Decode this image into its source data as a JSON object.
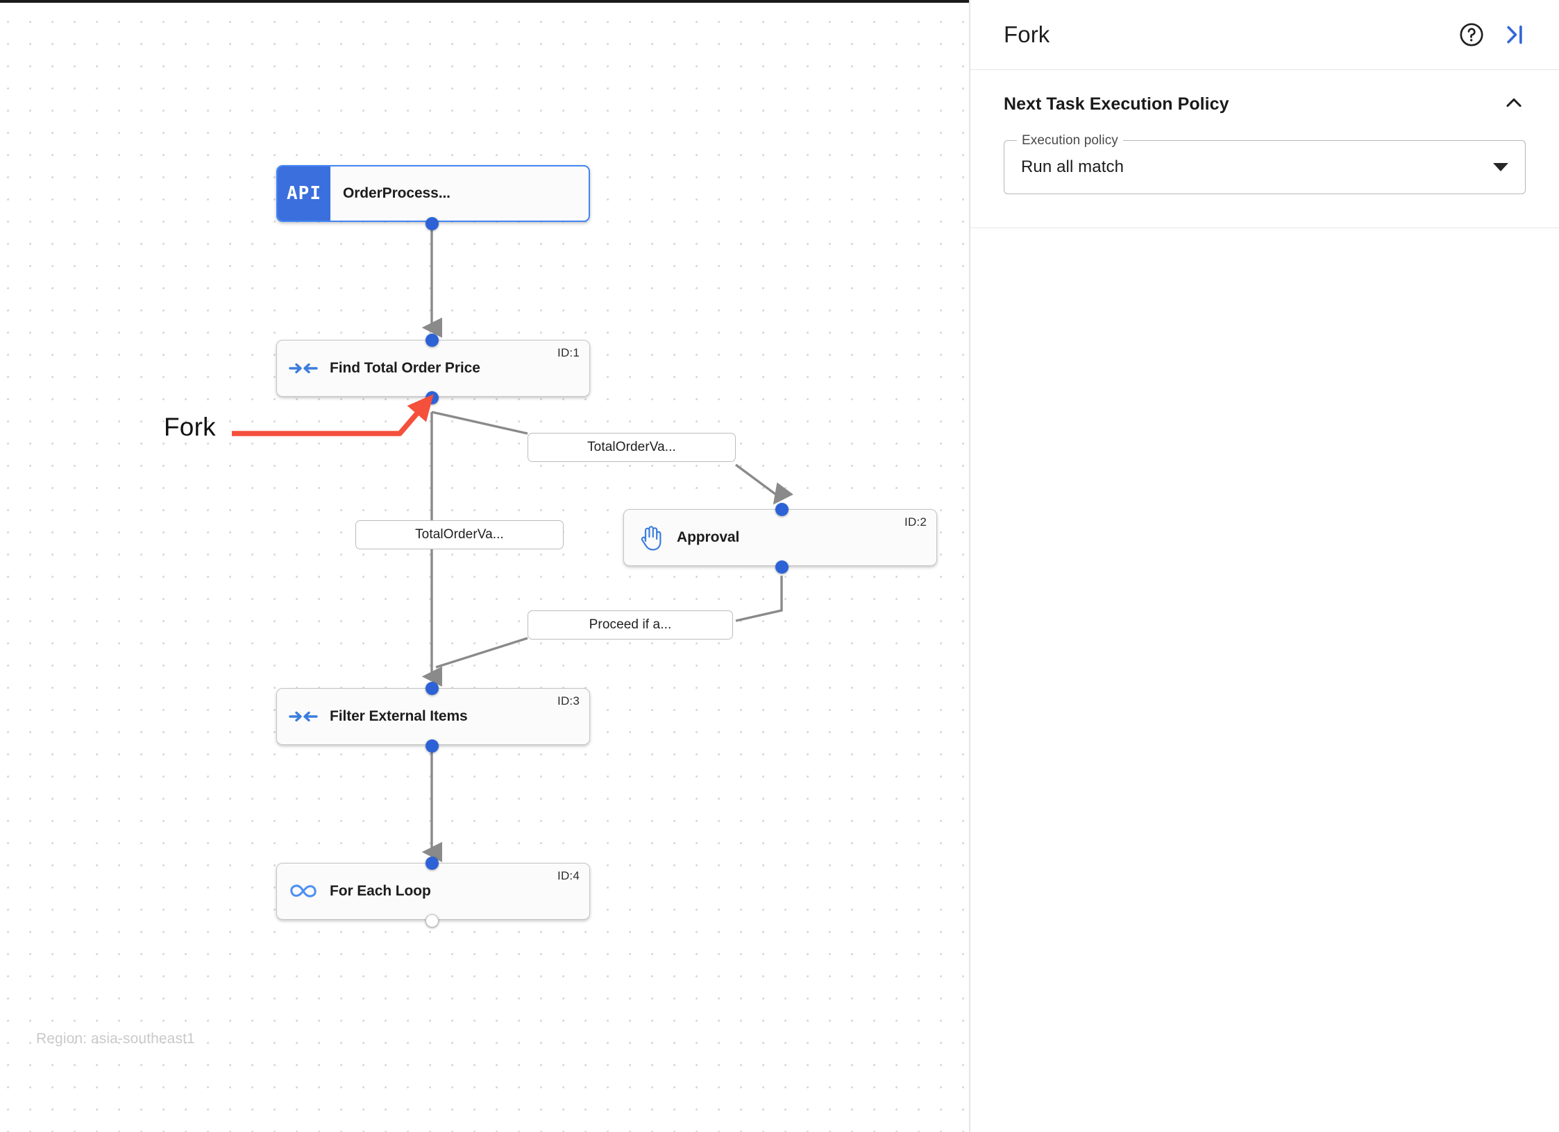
{
  "canvas": {
    "region_label": "Region: asia-southeast1",
    "annotation": {
      "label": "Fork",
      "color": "#f4503c"
    },
    "nodes": [
      {
        "key": "order_process",
        "label": "OrderProcess...",
        "badge": "API",
        "icon": "api-badge-icon",
        "id_label": "",
        "selected": true
      },
      {
        "key": "find_total_order_price",
        "label": "Find Total Order Price",
        "badge": "",
        "icon": "merge-arrows-icon",
        "id_label": "ID:1",
        "selected": false
      },
      {
        "key": "approval",
        "label": "Approval",
        "badge": "",
        "icon": "hand-approval-icon",
        "id_label": "ID:2",
        "selected": false
      },
      {
        "key": "filter_external_items",
        "label": "Filter External Items",
        "badge": "",
        "icon": "merge-arrows-icon",
        "id_label": "ID:3",
        "selected": false
      },
      {
        "key": "for_each_loop",
        "label": "For Each Loop",
        "badge": "",
        "icon": "infinity-loop-icon",
        "id_label": "ID:4",
        "selected": false
      }
    ],
    "edge_labels": [
      {
        "key": "cond_to_approval",
        "text": "TotalOrderVa..."
      },
      {
        "key": "cond_to_filter",
        "text": "TotalOrderVa..."
      },
      {
        "key": "cond_proceed",
        "text": "Proceed if a..."
      }
    ]
  },
  "panel": {
    "title": "Fork",
    "help_icon": "help-circle-icon",
    "collapse_icon": "collapse-panel-icon",
    "collapse_icon_color": "#3367d6",
    "section": {
      "title": "Next Task Execution Policy",
      "chevron": "chevron-up-icon",
      "field": {
        "label": "Execution policy",
        "value": "Run all match",
        "caret": "chevron-down-icon"
      }
    }
  },
  "colors": {
    "accent_blue": "#3b6fdd",
    "handle_blue": "#2d62d6",
    "annotation_red": "#f4503c",
    "edge_gray": "#8a8a8a"
  }
}
